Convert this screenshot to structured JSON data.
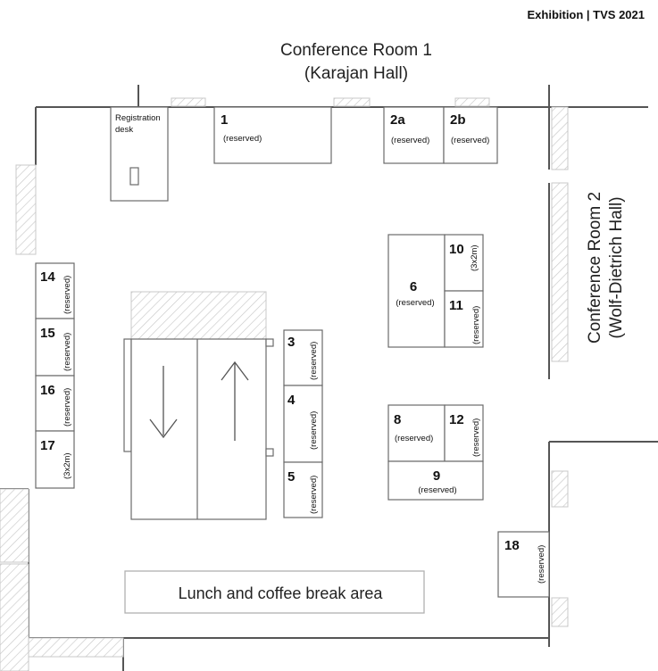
{
  "header": {
    "title": "Exhibition | TVS 2021"
  },
  "rooms": {
    "room1_line1": "Conference Room 1",
    "room1_line2": "(Karajan Hall)",
    "room2_line1": "Conference Room 2",
    "room2_line2": "(Wolf-Dietrich Hall)"
  },
  "registration": {
    "line1": "Registration",
    "line2": "desk"
  },
  "lunch_area": {
    "label": "Lunch and coffee break area"
  },
  "booths": {
    "b1": {
      "number": "1",
      "status": "(reserved)"
    },
    "b2a": {
      "number": "2a",
      "status": "(reserved)"
    },
    "b2b": {
      "number": "2b",
      "status": "(reserved)"
    },
    "b3": {
      "number": "3",
      "status": "(reserved)"
    },
    "b4": {
      "number": "4",
      "status": "(reserved)"
    },
    "b5": {
      "number": "5",
      "status": "(reserved)"
    },
    "b6": {
      "number": "6",
      "status": "(reserved)"
    },
    "b8": {
      "number": "8",
      "status": "(reserved)"
    },
    "b9": {
      "number": "9",
      "status": "(reserved)"
    },
    "b10": {
      "number": "10",
      "status": "(3x2m)"
    },
    "b11": {
      "number": "11",
      "status": "(reserved)"
    },
    "b12": {
      "number": "12",
      "status": "(reserved)"
    },
    "b14": {
      "number": "14",
      "status": "(reserved)"
    },
    "b15": {
      "number": "15",
      "status": "(reserved)"
    },
    "b16": {
      "number": "16",
      "status": "(reserved)"
    },
    "b17": {
      "number": "17",
      "status": "(3x2m)"
    },
    "b18": {
      "number": "18",
      "status": "(reserved)"
    }
  },
  "icons": {
    "down_arrow": "arrow-down-icon",
    "up_arrow": "arrow-up-icon"
  }
}
